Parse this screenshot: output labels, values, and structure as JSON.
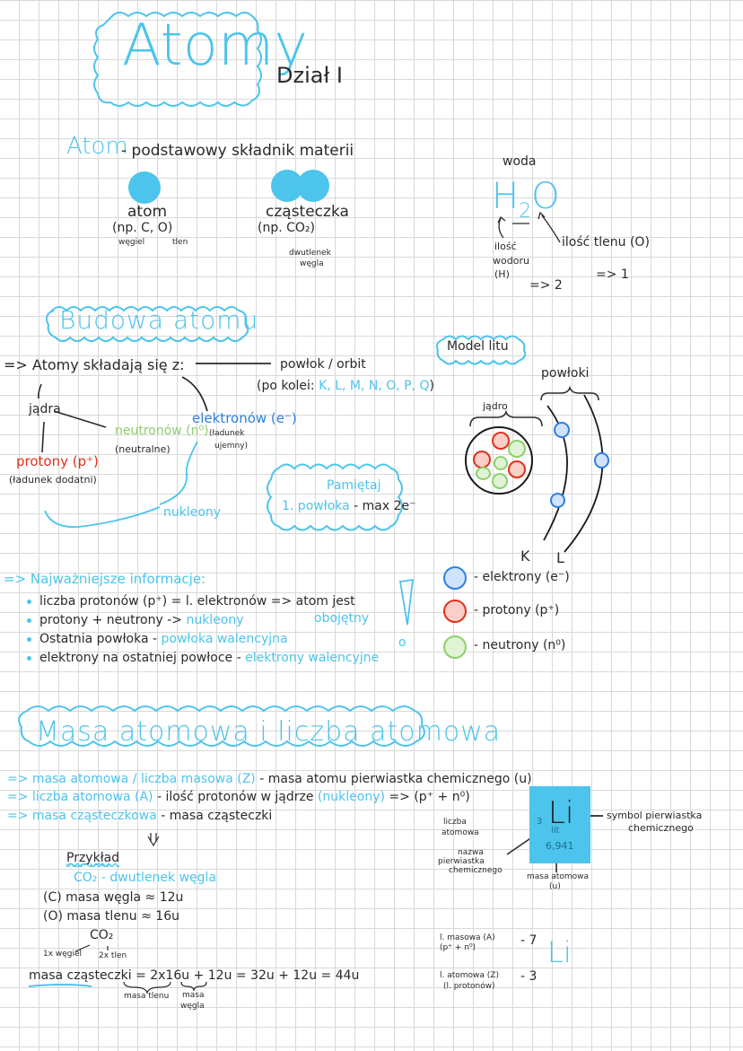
{
  "header": {
    "title": "Atomy",
    "subtitle": "Dział I"
  },
  "intro": {
    "term": "Atom",
    "definition": "- podstawowy składnik materii",
    "atom": {
      "label": "atom",
      "example": "(np. C, O)",
      "carbon": "węgiel",
      "oxygen": "tlen"
    },
    "molecule": {
      "label": "cząsteczka",
      "example": "(np. CO₂)",
      "note_line1": "dwutlenek",
      "note_line2": "węgla"
    },
    "water": {
      "label": "woda",
      "formula_h": "H",
      "formula_sub": "2",
      "formula_o": "O",
      "h_note_line1": "ilość",
      "h_note_line2": "wodoru",
      "h_note_line3": "(H)",
      "h_count": "=> 2",
      "o_note": "ilość tlenu (O)",
      "o_count": "=> 1"
    }
  },
  "section1": {
    "title": "Budowa atomu",
    "consists": "=> Atomy składają się z:",
    "shell": "powłok / orbit",
    "shell_order_prefix": "(po kolei:",
    "shell_order": "K, L, M, N, O, P, Q",
    "shell_order_suffix": ")",
    "nucleus": "jądra",
    "neutrons": "neutronów (n⁰)",
    "neutrons_note": "(neutralne)",
    "electrons": "elektronów (e⁻)",
    "electrons_note_line1": "(ładunek",
    "electrons_note_line2": "ujemny)",
    "protons": "protony (p⁺)",
    "protons_note": "(ładunek dodatni)",
    "nucleons": "nukleony",
    "remember_title": "Pamiętaj",
    "remember_shell": "1. powłoka",
    "remember_text": "- max 2e⁻"
  },
  "model": {
    "title": "Model litu",
    "nucleus_label": "jądro",
    "shells_label": "powłoki",
    "shell_k": "K",
    "shell_l": "L",
    "legend": [
      {
        "label": "- elektrony (e⁻)",
        "stroke": "#2f7fe0",
        "fill": "#cfe3fb"
      },
      {
        "label": "- protony (p⁺)",
        "stroke": "#e2301c",
        "fill": "#f9cfc8"
      },
      {
        "label": "- neutrony (n⁰)",
        "stroke": "#8fcf6e",
        "fill": "#e1f3d6"
      }
    ]
  },
  "key_info": {
    "heading": "=> Najważniejsze informacje:",
    "items": [
      {
        "text": "liczba protonów (p⁺) = l. elektronów => atom jest",
        "highlight": "obojętny"
      },
      {
        "text": "protony + neutrony ->",
        "highlight": "nukleony"
      },
      {
        "text": "Ostatnia powłoka -",
        "highlight": "powłoka walencyjna"
      },
      {
        "text": "elektrony na ostatniej powłoce -",
        "highlight": "elektrony walencyjne"
      }
    ]
  },
  "section2": {
    "title": "Masa atomowa i liczba atomowa",
    "defs": [
      {
        "prefix": "=>",
        "term": "masa atomowa / liczba masowa (Z)",
        "desc": "- masa atomu pierwiastka chemicznego (u)"
      },
      {
        "prefix": "=>",
        "term": "liczba atomowa (A)",
        "desc": "- ilość protonów w jądrze",
        "extra": "(nukleony)",
        "formula": "=> (p⁺ + n⁰)"
      },
      {
        "prefix": "=>",
        "term": "masa cząsteczkowa",
        "desc": "- masa cząsteczki"
      }
    ],
    "example": {
      "heading": "Przykład",
      "compound": "CO₂ - dwutlenek węgla",
      "carbon_mass": "(C) masa węgla ≈ 12u",
      "oxygen_mass": "(O) masa tlenu ≈ 16u",
      "formula": "CO₂",
      "carbon_count": "1x węgiel",
      "oxygen_count": "2x tlen",
      "calc_label": "masa cząsteczki",
      "calc": "= 2x16u + 12u = 32u + 12u = 44u",
      "brace1_line1": "masa tlenu",
      "brace2_line1": "masa",
      "brace2_line2": "węgla"
    },
    "element_card": {
      "symbol": "Li",
      "number": "3",
      "name": "lit",
      "mass": "6,941",
      "color": "#4cc4ec",
      "label_atomic_number_line1": "liczba",
      "label_atomic_number_line2": "atomowa",
      "label_name_line1": "nazwa",
      "label_name_line2": "pierwiastka",
      "label_name_line3": "chemicznego",
      "label_mass_line1": "masa atomowa",
      "label_mass_line2": "(u)",
      "label_symbol_line1": "symbol pierwiastka",
      "label_symbol_line2": "chemicznego"
    },
    "lithium_summary": {
      "mass_label_line1": "l. masowa (A)",
      "mass_label_line2": "(p⁺ + n⁰)",
      "mass_value": "- 7",
      "atomic_label_line1": "l. atomowa (Z)",
      "atomic_label_line2": "(l. protonów)",
      "atomic_value": "- 3",
      "symbol": "Li"
    }
  }
}
